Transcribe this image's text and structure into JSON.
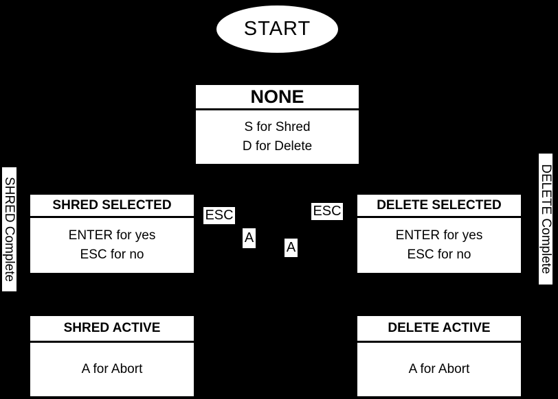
{
  "diagram": {
    "colors": {
      "background": "#000000",
      "node_fill": "#ffffff",
      "node_text": "#000000"
    },
    "start": {
      "label": "START"
    },
    "states": [
      {
        "id": "none",
        "title": "NONE",
        "lines": [
          "S for Shred",
          "D for Delete"
        ]
      },
      {
        "id": "shred-selected",
        "title": "SHRED SELECTED",
        "lines": [
          "ENTER for yes",
          "ESC for no"
        ]
      },
      {
        "id": "delete-selected",
        "title": "DELETE SELECTED",
        "lines": [
          "ENTER for yes",
          "ESC for no"
        ]
      },
      {
        "id": "shred-active",
        "title": "SHRED ACTIVE",
        "lines": [
          "A for Abort"
        ]
      },
      {
        "id": "delete-active",
        "title": "DELETE ACTIVE",
        "lines": [
          "A for Abort"
        ]
      }
    ],
    "edge_labels": [
      {
        "id": "esc-left",
        "text": "ESC"
      },
      {
        "id": "esc-right",
        "text": "ESC"
      },
      {
        "id": "a-left",
        "text": "A"
      },
      {
        "id": "a-right",
        "text": "A"
      }
    ],
    "side_labels": [
      {
        "id": "shred-complete",
        "text": "SHRED Complete"
      },
      {
        "id": "delete-complete",
        "text": "DELETE Complete"
      }
    ]
  }
}
